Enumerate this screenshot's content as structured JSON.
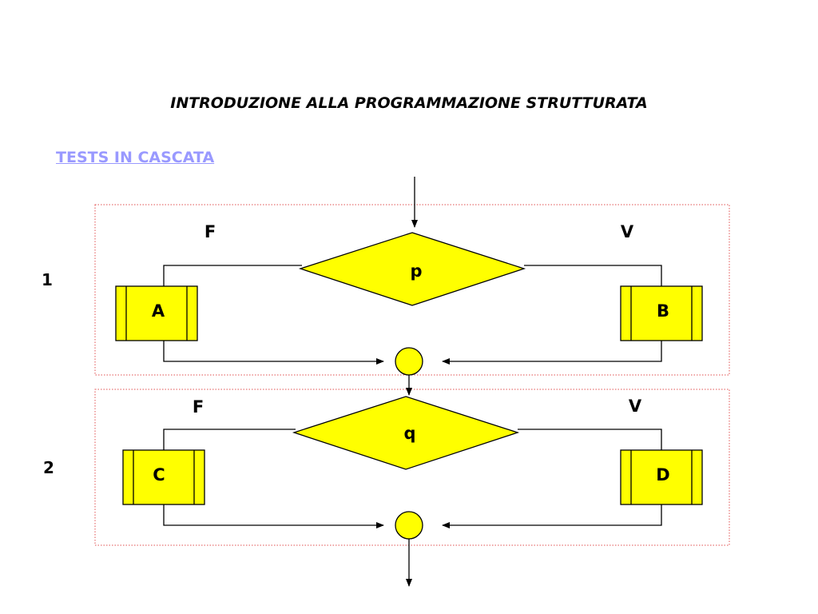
{
  "title": "INTRODUZIONE ALLA PROGRAMMAZIONE STRUTTURATA",
  "subtitle": "TESTS IN CASCATA",
  "colors": {
    "shape_fill": "#ffff00",
    "link": "#9999ff",
    "frame": "#e05050"
  },
  "block1": {
    "number": "1",
    "false_label": "F",
    "true_label": "V",
    "condition": "p",
    "false_process": "A",
    "true_process": "B"
  },
  "block2": {
    "number": "2",
    "false_label": "F",
    "true_label": "V",
    "condition": "q",
    "false_process": "C",
    "true_process": "D"
  }
}
